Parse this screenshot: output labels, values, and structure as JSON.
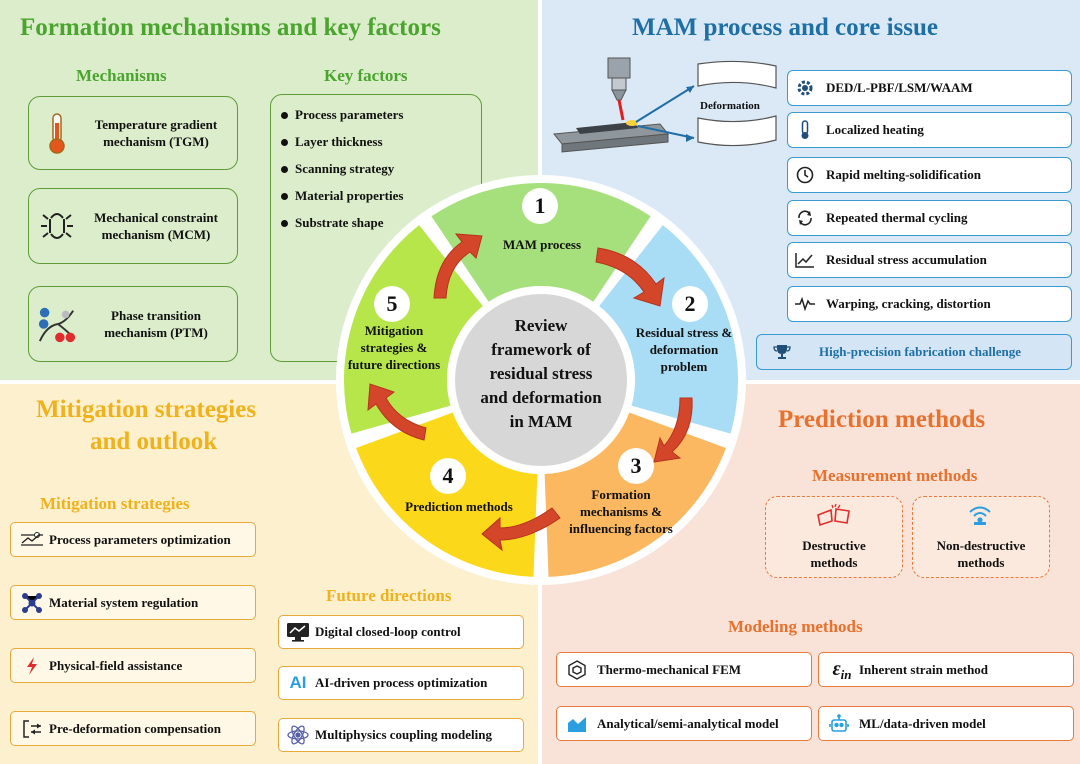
{
  "colors": {
    "green": "#4aa52e",
    "blue": "#1d6fa5",
    "yellow": "#f0b21b",
    "orange": "#e8712e"
  },
  "top_left": {
    "title": "Formation mechanisms and key factors",
    "mechanisms_heading": "Mechanisms",
    "mechanisms": [
      {
        "icon": "thermometer-icon",
        "line1": "Temperature gradient",
        "line2": "mechanism (TGM)"
      },
      {
        "icon": "constraint-icon",
        "line1": "Mechanical constraint",
        "line2": "mechanism (MCM)"
      },
      {
        "icon": "phase-icon",
        "line1": "Phase transition",
        "line2": "mechanism (PTM)"
      }
    ],
    "key_factors_heading": "Key factors",
    "key_factors": [
      "Process parameters",
      "Layer thickness",
      "Scanning strategy",
      "Material properties",
      "Substrate shape"
    ]
  },
  "top_right": {
    "title": "MAM process and core issue",
    "deformation_label": "Deformation",
    "items": [
      {
        "icon": "gear-icon",
        "label": "DED/L-PBF/LSM/WAAM"
      },
      {
        "icon": "thermometer-icon",
        "label": "Localized heating"
      },
      {
        "icon": "clock-icon",
        "label": "Rapid melting-solidification"
      },
      {
        "icon": "cycle-icon",
        "label": "Repeated thermal cycling"
      },
      {
        "icon": "chart-icon",
        "label": "Residual stress accumulation"
      },
      {
        "icon": "pulse-icon",
        "label": "Warping, cracking, distortion"
      }
    ],
    "challenge": {
      "icon": "trophy-icon",
      "label": "High-precision fabrication challenge"
    }
  },
  "bottom_left": {
    "title_line1": "Mitigation strategies",
    "title_line2": "and outlook",
    "strategies_heading": "Mitigation strategies",
    "strategies": [
      {
        "icon": "tuning-icon",
        "label": "Process parameters optimization"
      },
      {
        "icon": "molecule-icon",
        "label": "Material system regulation"
      },
      {
        "icon": "lightning-icon",
        "label": "Physical-field assistance"
      },
      {
        "icon": "compensation-icon",
        "label": "Pre-deformation compensation"
      }
    ],
    "future_heading": "Future directions",
    "future": [
      {
        "icon": "monitor-icon",
        "label": "Digital closed-loop control"
      },
      {
        "icon": "ai-icon",
        "label": "AI-driven process optimization"
      },
      {
        "icon": "atom-icon",
        "label": "Multiphysics coupling modeling"
      }
    ]
  },
  "bottom_right": {
    "title": "Prediction methods",
    "measurement_heading": "Measurement methods",
    "measurement": [
      {
        "icon": "broken-icon",
        "line1": "Destructive",
        "line2": "methods"
      },
      {
        "icon": "wifi-icon",
        "line1": "Non-destructive",
        "line2": "methods"
      }
    ],
    "modeling_heading": "Modeling methods",
    "modeling": [
      {
        "icon": "cube-icon",
        "label": "Thermo-mechanical FEM"
      },
      {
        "icon": "epsilon-icon",
        "label": "Inherent strain method"
      },
      {
        "icon": "area-chart-icon",
        "label": "Analytical/semi-analytical model"
      },
      {
        "icon": "robot-icon",
        "label": "ML/data-driven model"
      }
    ]
  },
  "wheel": {
    "center": [
      "Review",
      "framework of",
      "residual stress",
      "and deformation",
      "in MAM"
    ],
    "segments": [
      {
        "number": "1",
        "lines": [
          "MAM process"
        ],
        "color": "#a6e07c"
      },
      {
        "number": "2",
        "lines": [
          "Residual stress &",
          "deformation",
          "problem"
        ],
        "color": "#a9dcf5"
      },
      {
        "number": "3",
        "lines": [
          "Formation",
          "mechanisms &",
          "influencing factors"
        ],
        "color": "#fbb860"
      },
      {
        "number": "4",
        "lines": [
          "Prediction methods"
        ],
        "color": "#fbd81a"
      },
      {
        "number": "5",
        "lines": [
          "Mitigation",
          "strategies &",
          "future directions"
        ],
        "color": "#b6e64a"
      }
    ]
  }
}
